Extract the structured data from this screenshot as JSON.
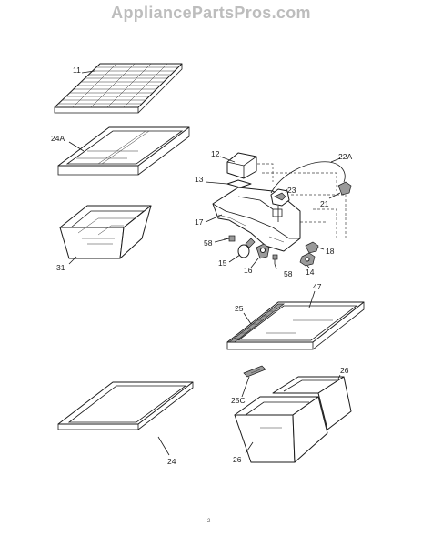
{
  "header": {
    "site": "AppliancePartsPros.com"
  },
  "labels": {
    "p11": "11",
    "p24A": "24A",
    "p31": "31",
    "p12": "12",
    "p13": "13",
    "p17": "17",
    "p58a": "58",
    "p15": "15",
    "p16": "16",
    "p58b": "58",
    "p14": "14",
    "p18": "18",
    "p23": "23",
    "p21": "21",
    "p22A": "22A",
    "p47": "47",
    "p25": "25",
    "p25C": "25C",
    "p26a": "26",
    "p26b": "26",
    "p24": "24"
  },
  "footer": {
    "mark": "2"
  }
}
